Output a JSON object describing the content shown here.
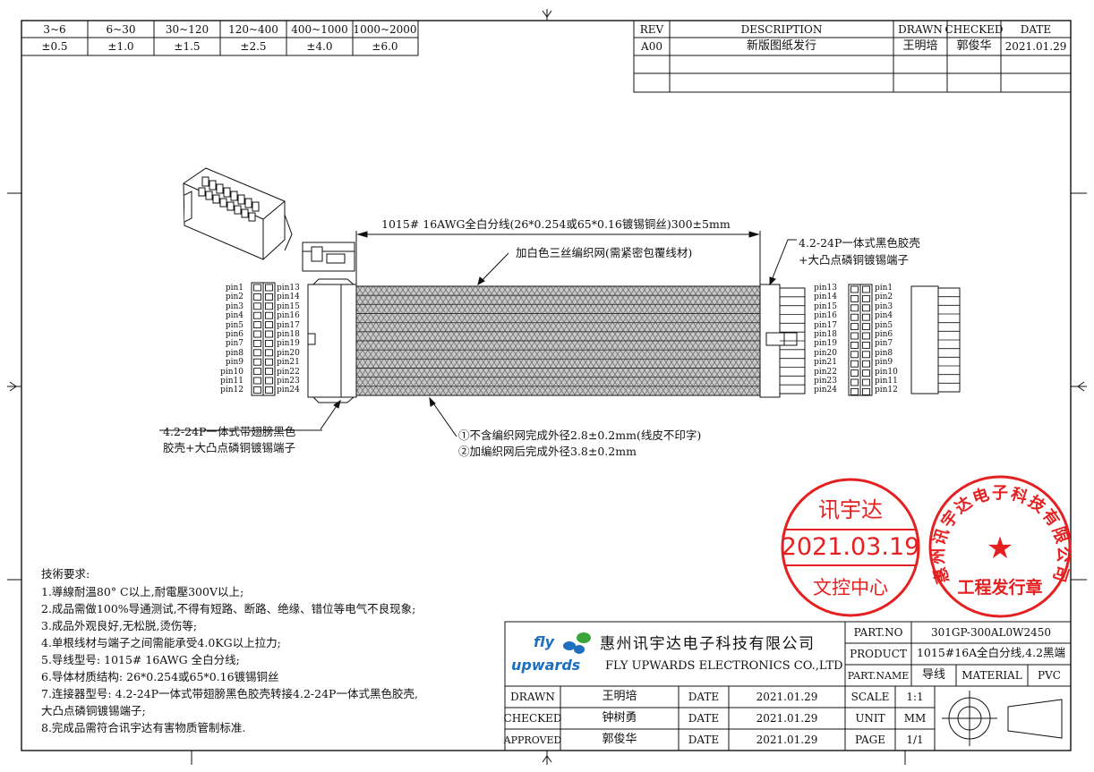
{
  "tolerance_table": {
    "ranges": [
      "3~6",
      "6~30",
      "30~120",
      "120~400",
      "400~1000",
      "1000~2000"
    ],
    "tolerances": [
      "±0.5",
      "±1.0",
      "±1.5",
      "±2.5",
      "±4.0",
      "±6.0"
    ]
  },
  "revision_table": {
    "headers": {
      "rev": "REV",
      "description": "DESCRIPTION",
      "drawn": "DRAWN",
      "checked": "CHECKED",
      "date": "DATE"
    },
    "rows": [
      {
        "rev": "A00",
        "description": "新版图纸发行",
        "drawn": "王明培",
        "checked": "郭俊华",
        "date": "2021.01.29"
      }
    ]
  },
  "callouts": {
    "length": "1015# 16AWG全白分线(26*0.254或65*0.16镀锡铜丝)300±5mm",
    "braid": "加白色三丝编织网(需紧密包覆线材)",
    "right_housing_line1": "4.2-24P一体式黑色胶壳",
    "right_housing_line2": "+大凸点磷铜镀锡端子",
    "left_housing_line1": "4.2-24P一体式带翅膀黑色",
    "left_housing_line2": "胶壳+大凸点磷铜镀锡端子",
    "od_line1": "①不含编织网完成外径2.8±0.2mm(线皮不印字)",
    "od_line2": "②加编织网后完成外径3.8±0.2mm"
  },
  "pins_left_col": [
    "pin1",
    "pin2",
    "pin3",
    "pin4",
    "pin5",
    "pin6",
    "pin7",
    "pin8",
    "pin9",
    "pin10",
    "pin11",
    "pin12"
  ],
  "pins_right_col": [
    "pin13",
    "pin14",
    "pin15",
    "pin16",
    "pin17",
    "pin18",
    "pin19",
    "pin20",
    "pin21",
    "pin22",
    "pin23",
    "pin24"
  ],
  "requirements": {
    "title": "技術要求:",
    "items": [
      "1.導線耐溫80° C以上,耐電壓300V以上;",
      "2.成品需做100%导通测试,不得有短路、断路、绝缘、错位等电气不良现象;",
      "3.成品外观良好,无松脱,烫伤等;",
      "4.单根线材与端子之间需能承受4.0KG以上拉力;",
      "5.导线型号: 1015# 16AWG 全白分线;",
      "6.导体材质结构: 26*0.254或65*0.16镀锡铜丝",
      "7.连接器型号: 4.2-24P一体式带翅膀黑色胶壳转接4.2-24P一体式黑色胶壳,",
      "大凸点磷铜镀锡端子;",
      "8.完成品需符合讯宇达有害物质管制标准."
    ]
  },
  "stamps": {
    "doc_control": {
      "top": "讯宇达",
      "date": "2021.03.19",
      "bottom": "文控中心"
    },
    "engineering": {
      "ring": "惠州讯宇达电子科技有限公司",
      "center": "工程发行章"
    }
  },
  "title_block": {
    "logo_top": "fly",
    "logo_bottom": "upwards",
    "company_cn": "惠州讯宇达电子科技有限公司",
    "company_en": "FLY UPWARDS ELECTRONICS CO.,LTD",
    "part_no_label": "PART.NO",
    "part_no": "301GP-300AL0W2450",
    "product_label": "PRODUCT",
    "product": "1015#16A全白分线,4.2黑端",
    "part_name_label": "PART.NAME",
    "part_name": "导线",
    "material_label": "MATERIAL",
    "material": "PVC",
    "drawn_label": "DRAWN",
    "drawn": "王明培",
    "checked_label": "CHECKED",
    "checked": "钟树勇",
    "approved_label": "APPROVED",
    "approved": "郭俊华",
    "date_label": "DATE",
    "date": "2021.01.29",
    "scale_label": "SCALE",
    "scale": "1:1",
    "unit_label": "UNIT",
    "unit": "MM",
    "page_label": "PAGE",
    "page": "1/1"
  },
  "colors": {
    "line": "#111111",
    "stamp_red": "#e52020",
    "logo_blue": "#1f6fbf",
    "logo_green": "#3aa53a",
    "wire_gray": "#8a8a8a"
  }
}
